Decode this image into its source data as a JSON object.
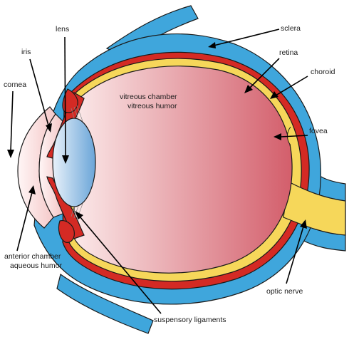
{
  "labels": {
    "sclera": "sclera",
    "lens": "lens",
    "iris": "iris",
    "retina": "retina",
    "choroid": "choroid",
    "cornea": "cornea",
    "vitreous_chamber": "vitreous chamber",
    "vitreous_humor": "vitreous humor",
    "fovea": "fovea",
    "anterior_chamber": "anterior chamber",
    "aqueous_humor": "aqueous humor",
    "optic_nerve": "optic nerve",
    "suspensory_ligaments": "suspensory ligaments"
  },
  "colors": {
    "sclera": "#3fa6dc",
    "choroid": "#d42a24",
    "retina_layer": "#f6d75a",
    "vitreous_light": "#fbe9e9",
    "vitreous_dark": "#d35e6b",
    "lens_light": "#e8f1fa",
    "lens_dark": "#6aa5d8",
    "cornea_fill": "#fde7e6"
  }
}
